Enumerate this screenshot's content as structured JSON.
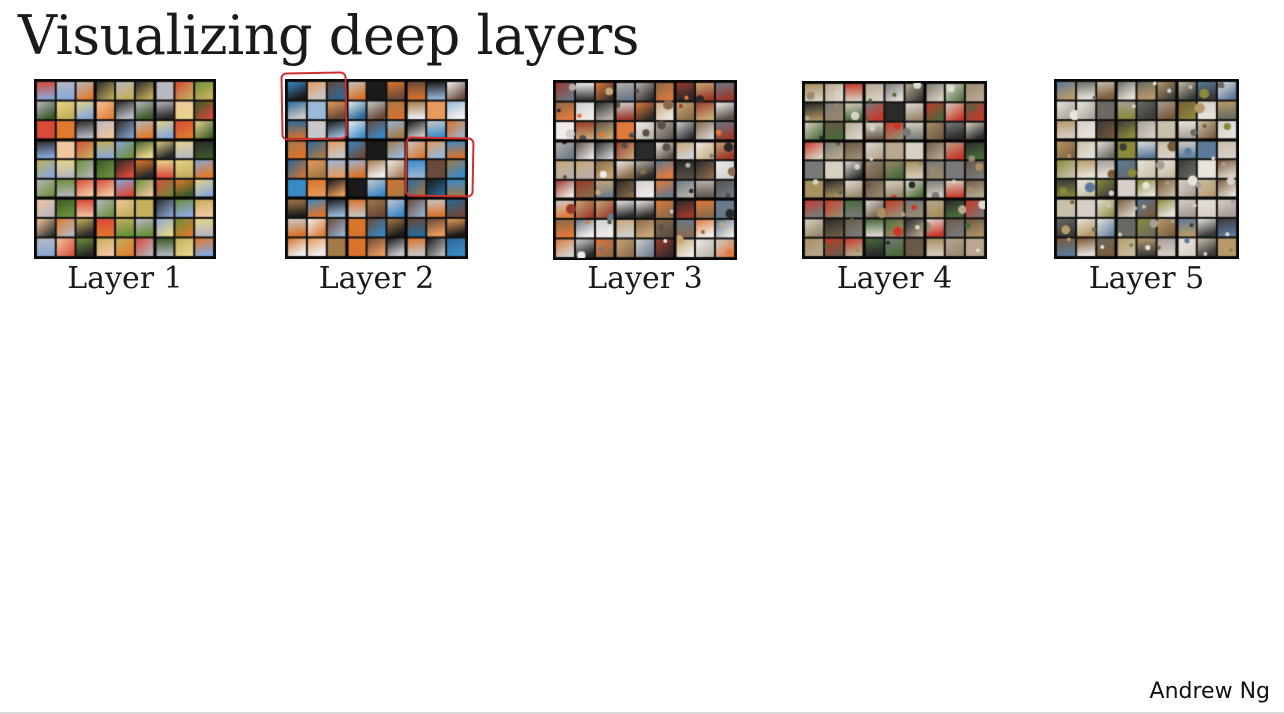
{
  "slide": {
    "title": "Visualizing deep layers",
    "author": "Andrew Ng"
  },
  "layers": [
    {
      "label": "Layer 1",
      "palette": [
        "#e6d58a",
        "#c4b05c",
        "#2a2a2a",
        "#b8b8c0",
        "#6b8f3a",
        "#e07a2c",
        "#f2c6a0",
        "#3c5a2a",
        "#d94a3a",
        "#8aa8d8"
      ]
    },
    {
      "label": "Layer 2",
      "palette": [
        "#d9742c",
        "#e89a5c",
        "#9ab8d8",
        "#1a1a1a",
        "#c8c8c8",
        "#2a6a9a",
        "#a37a4a",
        "#f0f0f0",
        "#6a4a3a",
        "#3a8ac8"
      ]
    },
    {
      "label": "Layer 3",
      "palette": [
        "#b8b0a8",
        "#5a5048",
        "#d0d0d0",
        "#e07a3c",
        "#8a6a4a",
        "#2a2a2a",
        "#c8a878",
        "#6a7a8a",
        "#f0ece8",
        "#9a3a2a"
      ]
    },
    {
      "label": "Layer 4",
      "palette": [
        "#b8a890",
        "#6a5a48",
        "#d8d0c0",
        "#c83a2a",
        "#4a6a3a",
        "#2a2a2a",
        "#9a8a70",
        "#e0dcd4",
        "#7a7a7a",
        "#a89060"
      ]
    },
    {
      "label": "Layer 5",
      "palette": [
        "#a8a098",
        "#6a6a62",
        "#c8c0a8",
        "#8a8a3a",
        "#d8d0c8",
        "#3a3a3a",
        "#b89a6a",
        "#e8e4dc",
        "#7a5a3a",
        "#5a7a9a"
      ]
    }
  ],
  "annotation_color": "#d0302f"
}
